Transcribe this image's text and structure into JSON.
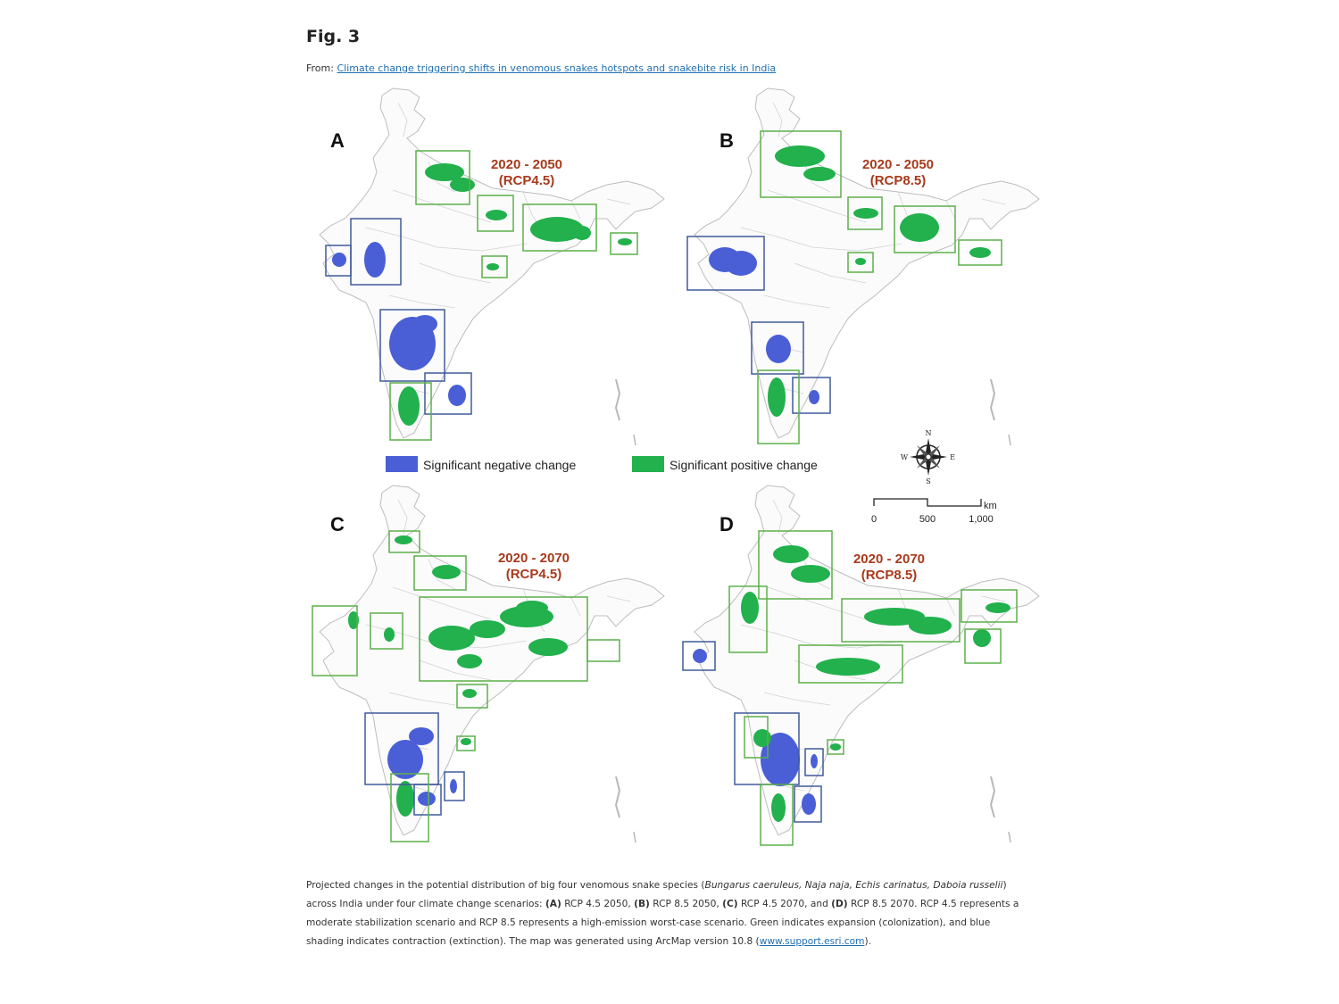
{
  "header": {
    "fig_title": "Fig. 3",
    "from_prefix": "From: ",
    "article_link": "Climate change triggering shifts in venomous snakes hotspots and snakebite risk in India"
  },
  "panels": [
    {
      "letter": "A",
      "period": "2020 - 2050",
      "scenario": "(RCP4.5)"
    },
    {
      "letter": "B",
      "period": "2020 - 2050",
      "scenario": "(RCP8.5)"
    },
    {
      "letter": "C",
      "period": "2020 - 2070",
      "scenario": "(RCP4.5)"
    },
    {
      "letter": "D",
      "period": "2020 - 2070",
      "scenario": "(RCP8.5)"
    }
  ],
  "legend": {
    "negative_label": "Significant negative change",
    "negative_color": "#4a5fd6",
    "positive_label": "Significant positive change",
    "positive_color": "#22b14c"
  },
  "compass": {
    "n": "N",
    "s": "S",
    "e": "E",
    "w": "W"
  },
  "scale_bar": {
    "unit": "km",
    "ticks": [
      "0",
      "500",
      "1,000"
    ]
  },
  "colors": {
    "box_blue": "#3f5b9a",
    "box_green": "#5cb04a",
    "period_text": "#a83a1c"
  },
  "caption": {
    "p1": "Projected changes in the potential distribution of big four venomous snake species (",
    "species": "Bungarus caeruleus, Naja naja, Echis carinatus, Daboia russelii",
    "p2": ") across India under four climate change scenarios: ",
    "a": "(A)",
    "a_text": " RCP 4.5 2050, ",
    "b": "(B)",
    "b_text": " RCP 8.5 2050, ",
    "c": "(C)",
    "c_text": " RCP 4.5 2070, and ",
    "d": "(D)",
    "d_text": " RCP 8.5 2070. RCP 4.5 represents a moderate stabilization scenario and RCP 8.5 represents a high-emission worst-case scenario. Green indicates expansion (colonization), and blue shading indicates contraction (extinction). The map was generated using ArcMap version 10.8 (",
    "link": "www.support.esri.com",
    "end": ")."
  }
}
